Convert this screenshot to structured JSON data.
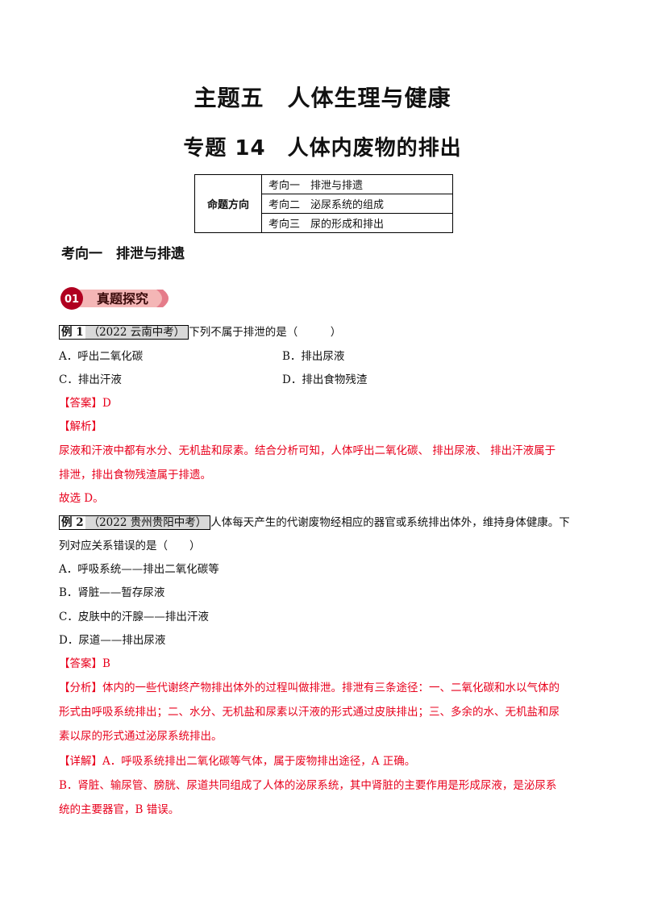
{
  "header": {
    "title": "主题五　人体生理与健康",
    "subtitle": "专题 14　人体内废物的排出"
  },
  "directions": {
    "label": "命题方向",
    "items": [
      "考向一　排泄与排遗",
      "考向二　泌尿系统的组成",
      "考向三　尿的形成和排出"
    ]
  },
  "section": {
    "title": "考向一　排泄与排遗",
    "banner_num": "01",
    "banner_text": "真题探究"
  },
  "ex1": {
    "label": "例 1",
    "source": "（2022 云南中考）",
    "question": "下列不属于排泄的是（　　　）",
    "optA": "A．呼出二氧化碳",
    "optB": "B．排出尿液",
    "optC": "C．排出汗液",
    "optD": "D．排出食物残渣",
    "answer": "【答案】D",
    "analysis_label": "【解析】",
    "analysis1": "尿液和汗液中都有水分、无机盐和尿素。结合分析可知，人体呼出二氧化碳、 排出尿液、 排出汗液属于",
    "analysis2": "排泄，排出食物残渣属于排遗。",
    "conclusion": "故选 D。"
  },
  "ex2": {
    "label": "例 2",
    "source": "（2022 贵州贵阳中考）",
    "question1": "人体每天产生的代谢废物经相应的器官或系统排出体外，维持身体健康。下",
    "question2": "列对应关系错误的是（　　）",
    "optA": "A．呼吸系统——排出二氧化碳等",
    "optB": "B．肾脏——暂存尿液",
    "optC": "C．皮肤中的汗腺——排出汗液",
    "optD": "D．尿道——排出尿液",
    "answer": "【答案】B",
    "analysis1": "【分析】体内的一些代谢终产物排出体外的过程叫做排泄。排泄有三条途径：一、二氧化碳和水以气体的",
    "analysis2": "形式由呼吸系统排出；二、水分、无机盐和尿素以汗液的形式通过皮肤排出；三、多余的水、无机盐和尿",
    "analysis3": "素以尿的形式通过泌尿系统排出。",
    "detail1": "【详解】A．呼吸系统排出二氧化碳等气体，属于废物排出途径，A 正确。",
    "detail2": "B．肾脏、输尿管、膀胱、尿道共同组成了人体的泌尿系统，其中肾脏的主要作用是形成尿液，是泌尿系",
    "detail3": "统的主要器官，B 错误。"
  },
  "colors": {
    "answer_red": "#e8001c",
    "banner_pink": "#f4b6b6",
    "banner_dark": "#b00020"
  }
}
